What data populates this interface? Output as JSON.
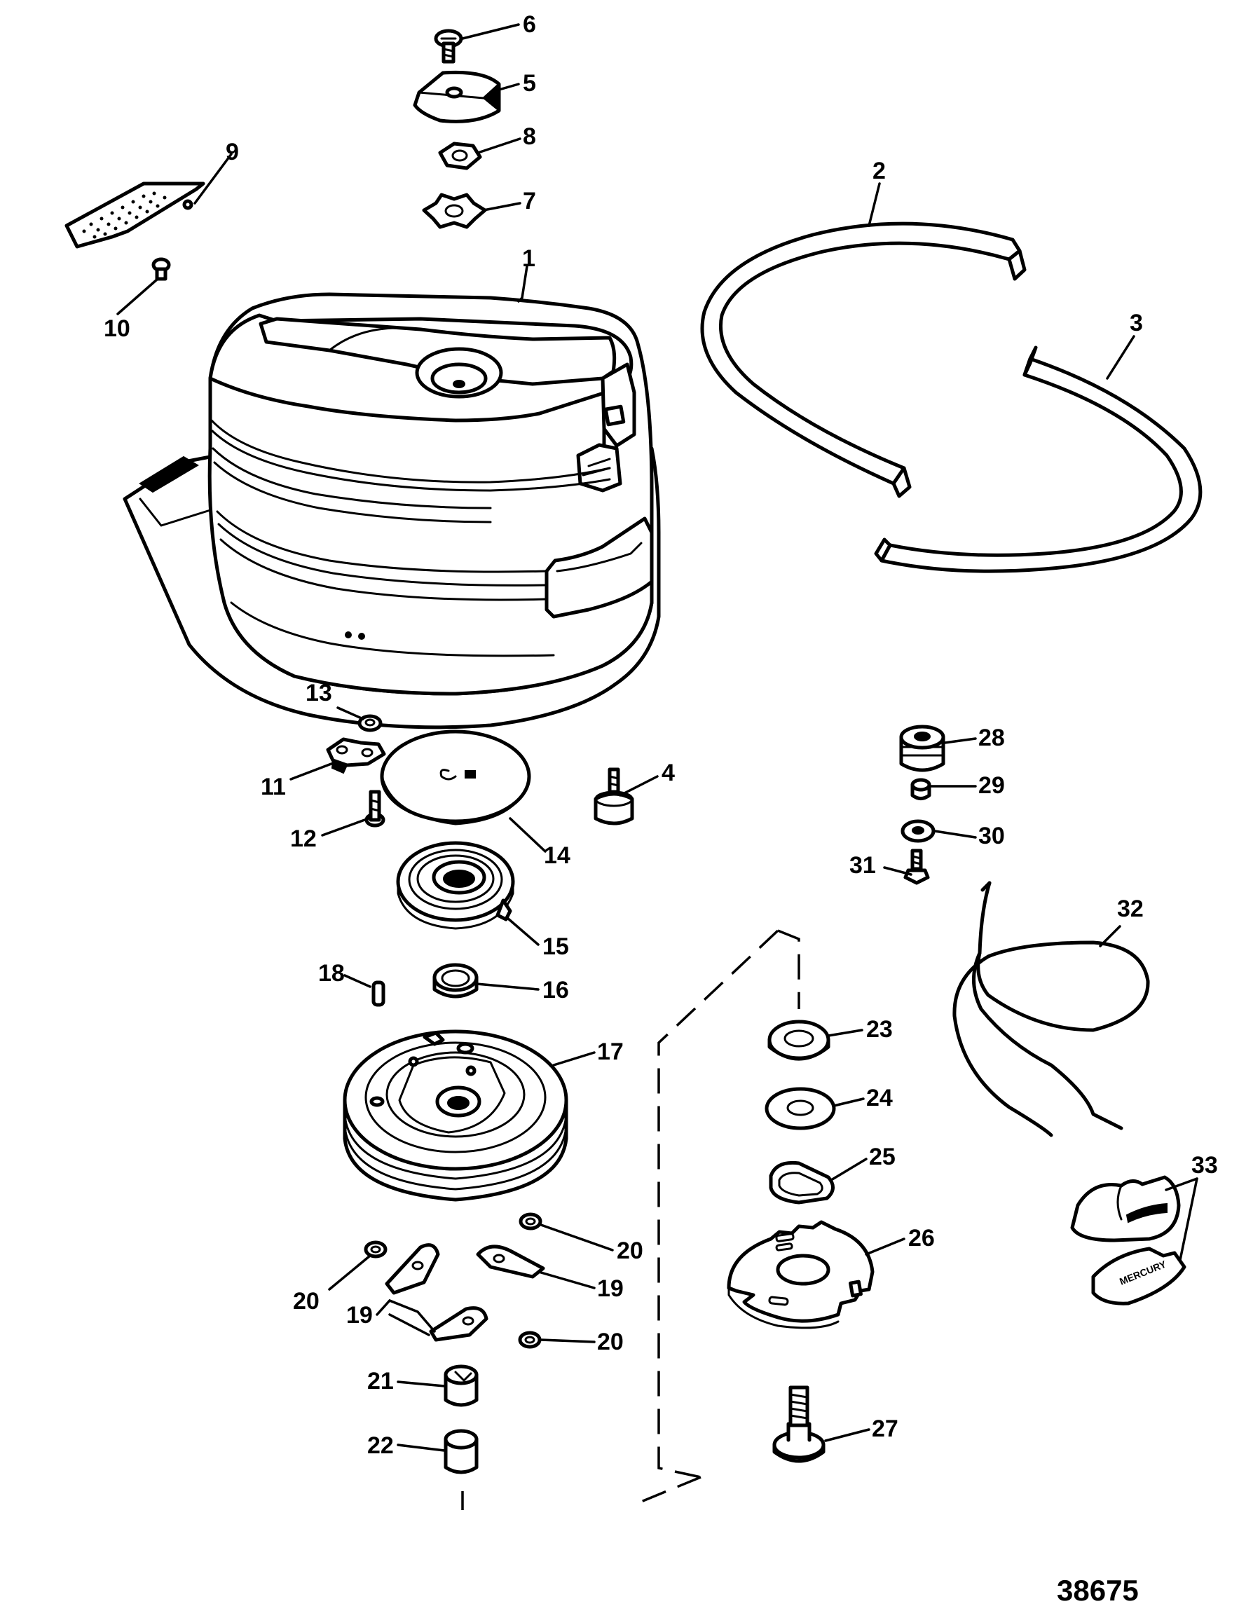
{
  "figure_number": "38675",
  "callouts": {
    "c1": "1",
    "c2": "2",
    "c3": "3",
    "c4": "4",
    "c5": "5",
    "c6": "6",
    "c7": "7",
    "c8": "8",
    "c9": "9",
    "c10": "10",
    "c11": "11",
    "c12": "12",
    "c13": "13",
    "c14": "14",
    "c15": "15",
    "c16": "16",
    "c17": "17",
    "c18": "18",
    "c19a": "19",
    "c19b": "19",
    "c20a": "20",
    "c20b": "20",
    "c20c": "20",
    "c21": "21",
    "c22": "22",
    "c23": "23",
    "c24": "24",
    "c25": "25",
    "c26": "26",
    "c27": "27",
    "c28": "28",
    "c29": "29",
    "c30": "30",
    "c31": "31",
    "c32": "32",
    "c33": "33"
  },
  "handle_text": "MERCURY"
}
